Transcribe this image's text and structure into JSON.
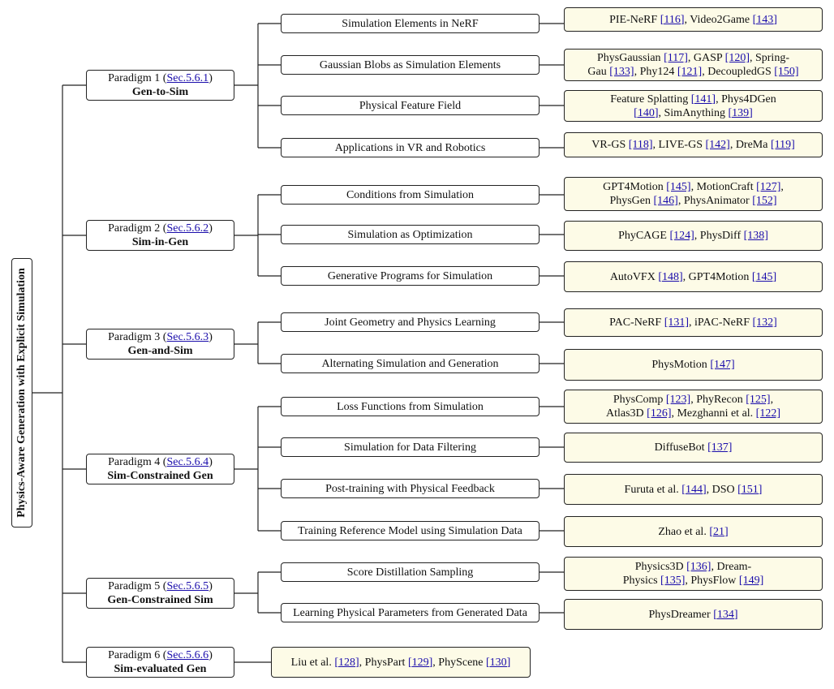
{
  "root_label": "Physics-Aware Generation with Explicit Simulation",
  "paradigms": [
    {
      "label": "Paradigm 1",
      "sec": "Sec.5.6.1",
      "name": "Gen-to-Sim"
    },
    {
      "label": "Paradigm 2",
      "sec": "Sec.5.6.2",
      "name": "Sim-in-Gen"
    },
    {
      "label": "Paradigm 3",
      "sec": "Sec.5.6.3",
      "name": "Gen-and-Sim"
    },
    {
      "label": "Paradigm 4",
      "sec": "Sec.5.6.4",
      "name": "Sim-Constrained Gen"
    },
    {
      "label": "Paradigm 5",
      "sec": "Sec.5.6.5",
      "name": "Gen-Constrained Sim"
    },
    {
      "label": "Paradigm 6",
      "sec": "Sec.5.6.6",
      "name": "Sim-evaluated Gen"
    }
  ],
  "categories": [
    "Simulation Elements in NeRF",
    "Gaussian Blobs as Simulation Elements",
    "Physical Feature Field",
    "Applications in VR and Robotics",
    "Conditions from Simulation",
    "Simulation as Optimization",
    "Generative Programs for Simulation",
    "Joint Geometry and Physics Learning",
    "Alternating Simulation and Generation",
    "Loss Functions from Simulation",
    "Simulation for Data Filtering",
    "Post-training with Physical Feedback",
    "Training Reference Model using Simulation Data",
    "Score Distillation Sampling",
    "Learning Physical Parameters from Generated Data"
  ],
  "leaves": [
    [
      [
        "PIE-NeRF ",
        ""
      ],
      [
        "[116]",
        "l"
      ],
      [
        ", Video2Game ",
        ""
      ],
      [
        "[143]",
        "l"
      ]
    ],
    [
      [
        "PhysGaussian ",
        ""
      ],
      [
        "[117]",
        "l"
      ],
      [
        ", GASP ",
        ""
      ],
      [
        "[120]",
        "l"
      ],
      [
        ", Spring-",
        ""
      ],
      [
        "\n",
        "br"
      ],
      [
        "Gau ",
        ""
      ],
      [
        "[133]",
        "l"
      ],
      [
        ", Phy124 ",
        ""
      ],
      [
        "[121]",
        "l"
      ],
      [
        ", DecoupledGS ",
        ""
      ],
      [
        "[150]",
        "l"
      ]
    ],
    [
      [
        "Feature Splatting ",
        ""
      ],
      [
        "[141]",
        "l"
      ],
      [
        ", Phys4DGen",
        ""
      ],
      [
        "\n",
        "br"
      ],
      [
        "[140]",
        "l"
      ],
      [
        ", SimAnything ",
        ""
      ],
      [
        "[139]",
        "l"
      ]
    ],
    [
      [
        "VR-GS ",
        ""
      ],
      [
        "[118]",
        "l"
      ],
      [
        ", LIVE-GS ",
        ""
      ],
      [
        "[142]",
        "l"
      ],
      [
        ", DreMa ",
        ""
      ],
      [
        "[119]",
        "l"
      ]
    ],
    [
      [
        "GPT4Motion ",
        ""
      ],
      [
        "[145]",
        "l"
      ],
      [
        ", MotionCraft ",
        ""
      ],
      [
        "[127]",
        "l"
      ],
      [
        ",",
        ""
      ],
      [
        "\n",
        "br"
      ],
      [
        "PhysGen ",
        ""
      ],
      [
        "[146]",
        "l"
      ],
      [
        ", PhysAnimator ",
        ""
      ],
      [
        "[152]",
        "l"
      ]
    ],
    [
      [
        "PhyCAGE ",
        ""
      ],
      [
        "[124]",
        "l"
      ],
      [
        ", PhysDiff ",
        ""
      ],
      [
        "[138]",
        "l"
      ]
    ],
    [
      [
        "AutoVFX ",
        ""
      ],
      [
        "[148]",
        "l"
      ],
      [
        ", GPT4Motion ",
        ""
      ],
      [
        "[145]",
        "l"
      ]
    ],
    [
      [
        "PAC-NeRF ",
        ""
      ],
      [
        "[131]",
        "l"
      ],
      [
        ", iPAC-NeRF ",
        ""
      ],
      [
        "[132]",
        "l"
      ]
    ],
    [
      [
        "PhysMotion ",
        ""
      ],
      [
        "[147]",
        "l"
      ]
    ],
    [
      [
        "PhysComp ",
        ""
      ],
      [
        "[123]",
        "l"
      ],
      [
        ", PhyRecon ",
        ""
      ],
      [
        "[125]",
        "l"
      ],
      [
        ",",
        ""
      ],
      [
        "\n",
        "br"
      ],
      [
        "Atlas3D ",
        ""
      ],
      [
        "[126]",
        "l"
      ],
      [
        ", Mezghanni et al. ",
        ""
      ],
      [
        "[122]",
        "l"
      ]
    ],
    [
      [
        "DiffuseBot ",
        ""
      ],
      [
        "[137]",
        "l"
      ]
    ],
    [
      [
        "Furuta et al. ",
        ""
      ],
      [
        "[144]",
        "l"
      ],
      [
        ", DSO ",
        ""
      ],
      [
        "[151]",
        "l"
      ]
    ],
    [
      [
        "Zhao et al. ",
        ""
      ],
      [
        "[21]",
        "l"
      ]
    ],
    [
      [
        "Physics3D ",
        ""
      ],
      [
        "[136]",
        "l"
      ],
      [
        ", Dream-",
        ""
      ],
      [
        "\n",
        "br"
      ],
      [
        "Physics ",
        ""
      ],
      [
        "[135]",
        "l"
      ],
      [
        ", PhysFlow ",
        ""
      ],
      [
        "[149]",
        "l"
      ]
    ],
    [
      [
        "PhysDreamer ",
        ""
      ],
      [
        "[134]",
        "l"
      ]
    ],
    [
      [
        "Liu et al. ",
        ""
      ],
      [
        "[128]",
        "l"
      ],
      [
        ", PhysPart ",
        ""
      ],
      [
        "[129]",
        "l"
      ],
      [
        ", PhyScene ",
        ""
      ],
      [
        "[130]",
        "l"
      ]
    ]
  ]
}
